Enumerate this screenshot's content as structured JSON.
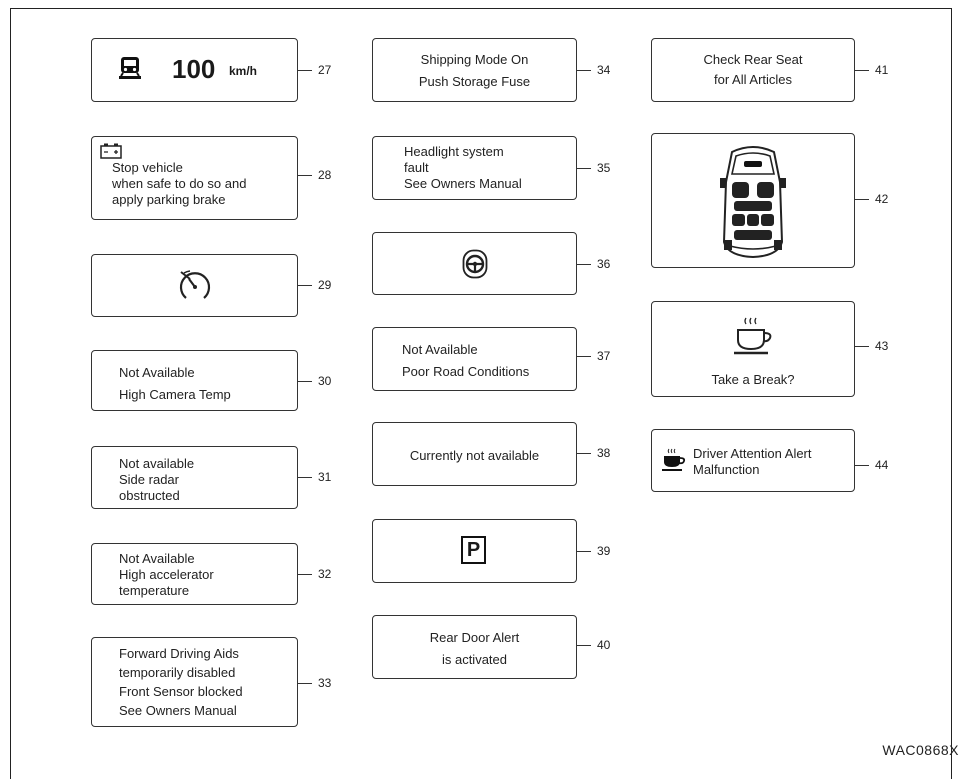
{
  "callouts": {
    "c27": {
      "num": "27",
      "speed": "100",
      "unit": "km/h"
    },
    "c28": {
      "num": "28",
      "text": "Stop vehicle\nwhen safe to do so and\napply parking brake"
    },
    "c29": {
      "num": "29"
    },
    "c30": {
      "num": "30",
      "text": "Not Available\nHigh Camera Temp"
    },
    "c31": {
      "num": "31",
      "text": "Not available\nSide radar\nobstructed"
    },
    "c32": {
      "num": "32",
      "text": "Not Available\nHigh accelerator\ntemperature"
    },
    "c33": {
      "num": "33",
      "text": "Forward Driving Aids\ntemporarily disabled\nFront Sensor blocked\nSee Owners Manual"
    },
    "c34": {
      "num": "34",
      "text": "Shipping Mode On\nPush Storage Fuse"
    },
    "c35": {
      "num": "35",
      "text": "Headlight system\nfault\nSee Owners Manual"
    },
    "c36": {
      "num": "36"
    },
    "c37": {
      "num": "37",
      "text": "Not Available\nPoor Road Conditions"
    },
    "c38": {
      "num": "38",
      "text": "Currently not available"
    },
    "c39": {
      "num": "39",
      "letter": "P"
    },
    "c40": {
      "num": "40",
      "text": "Rear Door Alert\nis activated"
    },
    "c41": {
      "num": "41",
      "text": "Check Rear Seat\nfor All Articles"
    },
    "c42": {
      "num": "42"
    },
    "c43": {
      "num": "43",
      "text": "Take a Break?"
    },
    "c44": {
      "num": "44",
      "text": "Driver Attention Alert\nMalfunction"
    }
  },
  "figure_code": "WAC0868X",
  "icons": [
    "train-icon",
    "battery-icon",
    "speedometer-off-icon",
    "steering-wheel-icon",
    "parking-icon",
    "car-top-view-icon",
    "coffee-cup-icon"
  ]
}
